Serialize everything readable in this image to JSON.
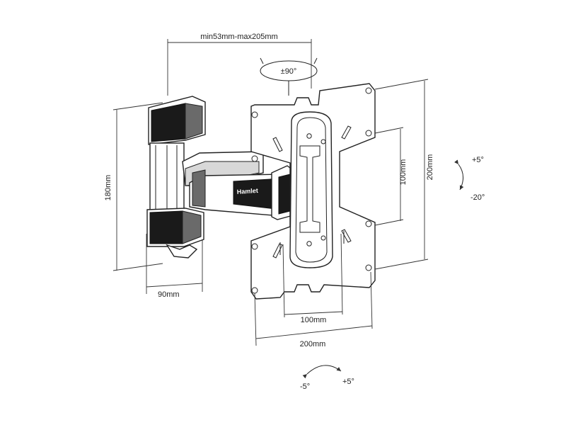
{
  "dimensions": {
    "arm_extension": "min53mm-max205mm",
    "height": "180mm",
    "depth": "90mm",
    "vesa_inner_v": "100mm",
    "vesa_outer_v": "200mm",
    "vesa_inner_h": "100mm",
    "vesa_outer_h": "200mm"
  },
  "rotation": {
    "swivel": "±90°",
    "tilt_up": "+5°",
    "tilt_down": "-20°",
    "level_minus": "-5°",
    "level_plus": "+5°"
  },
  "brand": "Hamlet",
  "colors": {
    "line": "#222222",
    "dark_part": "#1a1a1a",
    "background": "#ffffff"
  }
}
